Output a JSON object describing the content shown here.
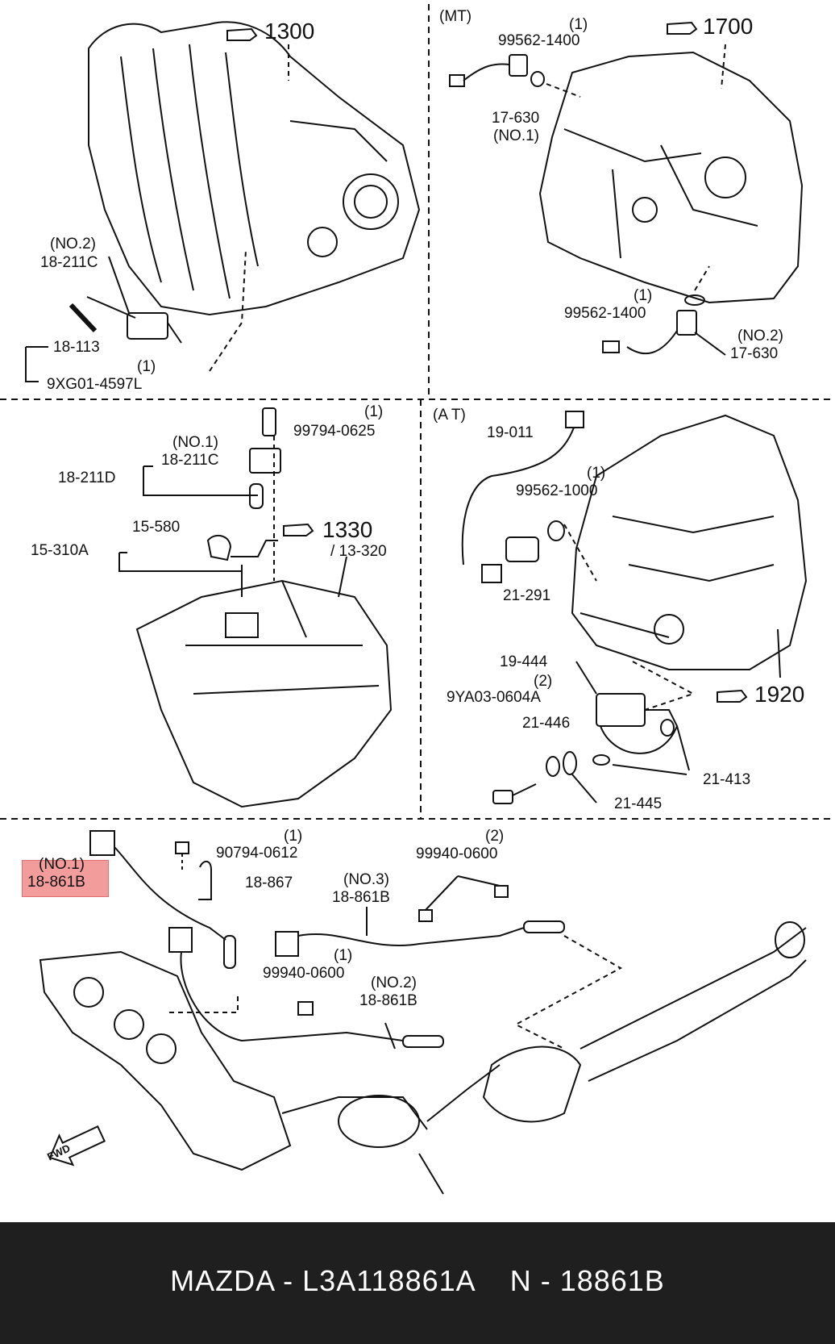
{
  "sections": {
    "mt": "(MT)",
    "at": "(A T)"
  },
  "refs": {
    "r1300": "1300",
    "r1700": "1700",
    "r1330": "1330",
    "r13320": "/ 13-320",
    "r1920": "1920",
    "fwd": "FWD"
  },
  "labels": {
    "l1": "(NO.2)",
    "l2": "18-211C",
    "l3": "18-113",
    "l4": "(1)",
    "l5": "9XG01-4597L",
    "l6": "(1)",
    "l7": "99562-1400",
    "l8": "17-630",
    "l9": "(NO.1)",
    "l10": "(1)",
    "l11": "99562-1400",
    "l12": "(NO.2)",
    "l13": "17-630",
    "l14": "(1)",
    "l15": "99794-0625",
    "l16": "(NO.1)",
    "l17": "18-211C",
    "l18": "18-211D",
    "l19": "15-580",
    "l20": "15-310A",
    "l21": "19-011",
    "l22": "(1)",
    "l23": "99562-1000",
    "l24": "21-291",
    "l25": "19-444",
    "l26": "(2)",
    "l27": "9YA03-0604A",
    "l28": "21-446",
    "l29": "21-413",
    "l30": "21-445",
    "l31": "(NO.1)",
    "l32": "18-861B",
    "l33": "(1)",
    "l34": "90794-0612",
    "l35": "18-867",
    "l36": "(NO.3)",
    "l37": "18-861B",
    "l38": "(2)",
    "l39": "99940-0600",
    "l40": "(1)",
    "l41": "99940-0600",
    "l42": "(NO.2)",
    "l43": "18-861B"
  },
  "footer": {
    "text": "MAZDA - L3A118861A    N - 18861B"
  },
  "colors": {
    "highlight": "#f28b8b",
    "footer_bg": "#1f1f1f",
    "footer_text": "#ffffff"
  }
}
